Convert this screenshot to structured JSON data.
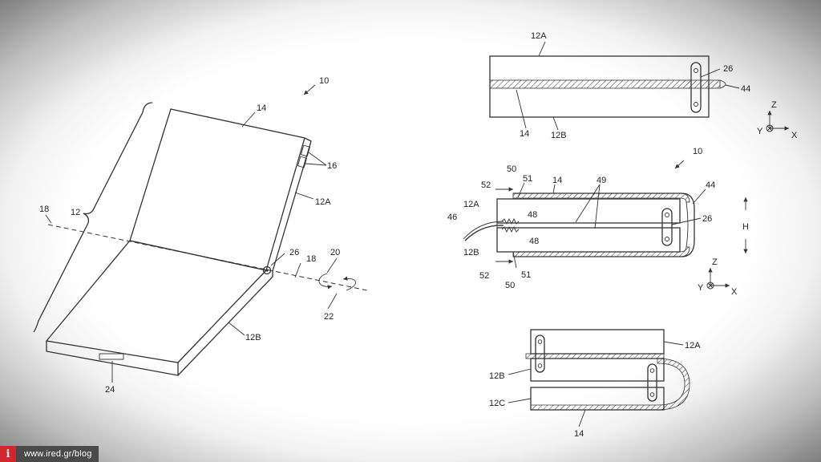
{
  "labels": {
    "n10_left": "10",
    "n14_left": "14",
    "n16": "16",
    "n12A_left": "12A",
    "n12_left": "12",
    "n18_a": "18",
    "n18_b": "18",
    "n26_left": "26",
    "n20": "20",
    "n22": "22",
    "n12B_left": "12B",
    "n24": "24",
    "tr_12A": "12A",
    "tr_26": "26",
    "tr_44": "44",
    "tr_14": "14",
    "tr_12B": "12B",
    "axis1_z": "Z",
    "axis1_y": "Y",
    "axis1_x": "X",
    "mr_10": "10",
    "mr_50_top": "50",
    "mr_52_top": "52",
    "mr_51_top": "51",
    "mr_14": "14",
    "mr_49": "49",
    "mr_44": "44",
    "mr_12A": "12A",
    "mr_46": "46",
    "mr_48_top": "48",
    "mr_48_bot": "48",
    "mr_26": "26",
    "mr_12B": "12B",
    "mr_52_bot": "52",
    "mr_51_bot": "51",
    "mr_50_bot": "50",
    "mr_H": "H",
    "axis2_z": "Z",
    "axis2_y": "Y",
    "axis2_x": "X",
    "br_12A": "12A",
    "br_12B": "12B",
    "br_12C": "12C",
    "br_14": "14"
  },
  "watermark": {
    "logo_letter": "i",
    "text": "www.ired.gr/blog"
  }
}
